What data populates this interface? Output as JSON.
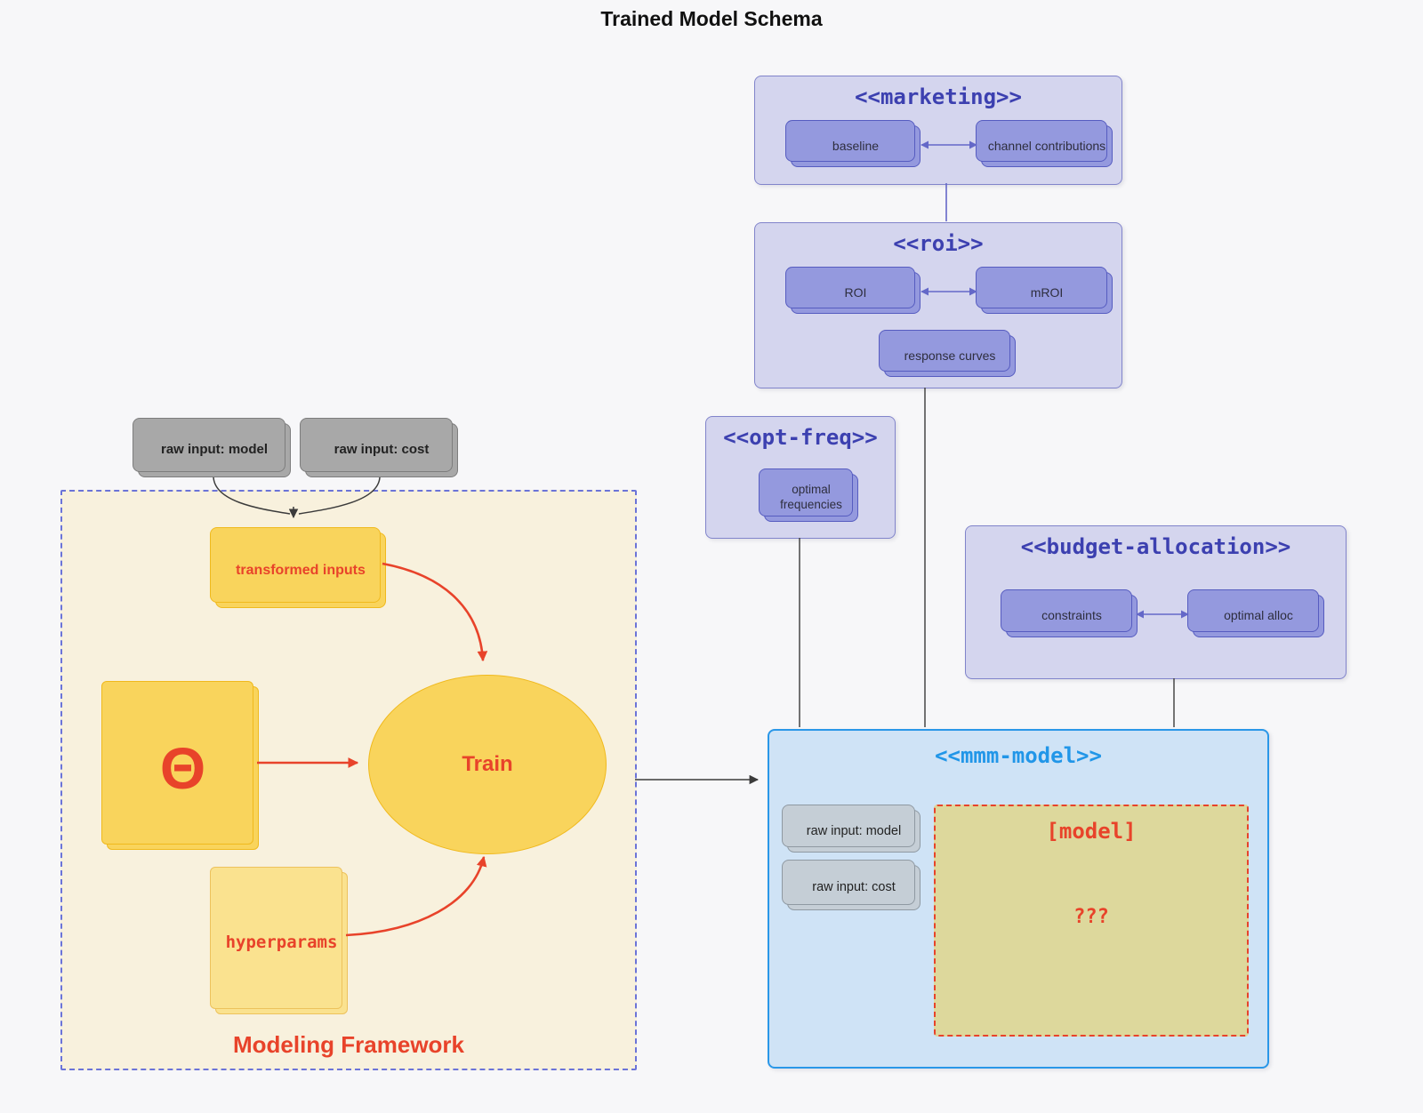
{
  "title": "Trained Model Schema",
  "colors": {
    "background": "#f7f7f9",
    "cluster_fill": "#d4d5ee",
    "cluster_border": "#8184cb",
    "cluster_title": "#3c40b0",
    "node_fill": "#9499de",
    "node_border": "#565cc0",
    "mmm_fill": "#cfe3f6",
    "mmm_border": "#2a97e8",
    "mmm_title": "#2196e8",
    "gray_fill": "#a8a8a8",
    "gray_border": "#7d7d7d",
    "lightgray_fill": "#c5ced6",
    "lightgray_border": "#8f99a2",
    "framework_fill": "#f8f1dd",
    "framework_border": "#6b74d8",
    "yellow_fill": "#f9d45c",
    "yellow_border": "#f0b91d",
    "lightyellow_fill": "#fae28f",
    "lightyellow_border": "#edc25c",
    "model_box_fill": "#ddd89c",
    "red": "#e8432a",
    "dark_line": "#3b3b3b",
    "purple_line": "#6468c8"
  },
  "external": {
    "raw_input_model": "raw input: model",
    "raw_input_cost": "raw input: cost"
  },
  "marketing": {
    "title": "<<marketing>>",
    "baseline": "baseline",
    "channel_contributions": "channel contributions"
  },
  "roi": {
    "title": "<<roi>>",
    "roi": "ROI",
    "mroi": "mROI",
    "response_curves": "response curves"
  },
  "opt_freq": {
    "title": "<<opt-freq>>",
    "optimal_frequencies": "optimal frequencies"
  },
  "budget_allocation": {
    "title": "<<budget-allocation>>",
    "constraints": "constraints",
    "optimal_alloc": "optimal alloc"
  },
  "mmm_model": {
    "title": "<<mmm-model>>",
    "raw_input_model": "raw input: model",
    "raw_input_cost": "raw input: cost",
    "model_label": "[model]",
    "unknown": "???"
  },
  "framework": {
    "label": "Modeling Framework",
    "transformed_inputs": "transformed inputs",
    "theta": "Θ",
    "train": "Train",
    "hyperparams": "hyperparams"
  }
}
